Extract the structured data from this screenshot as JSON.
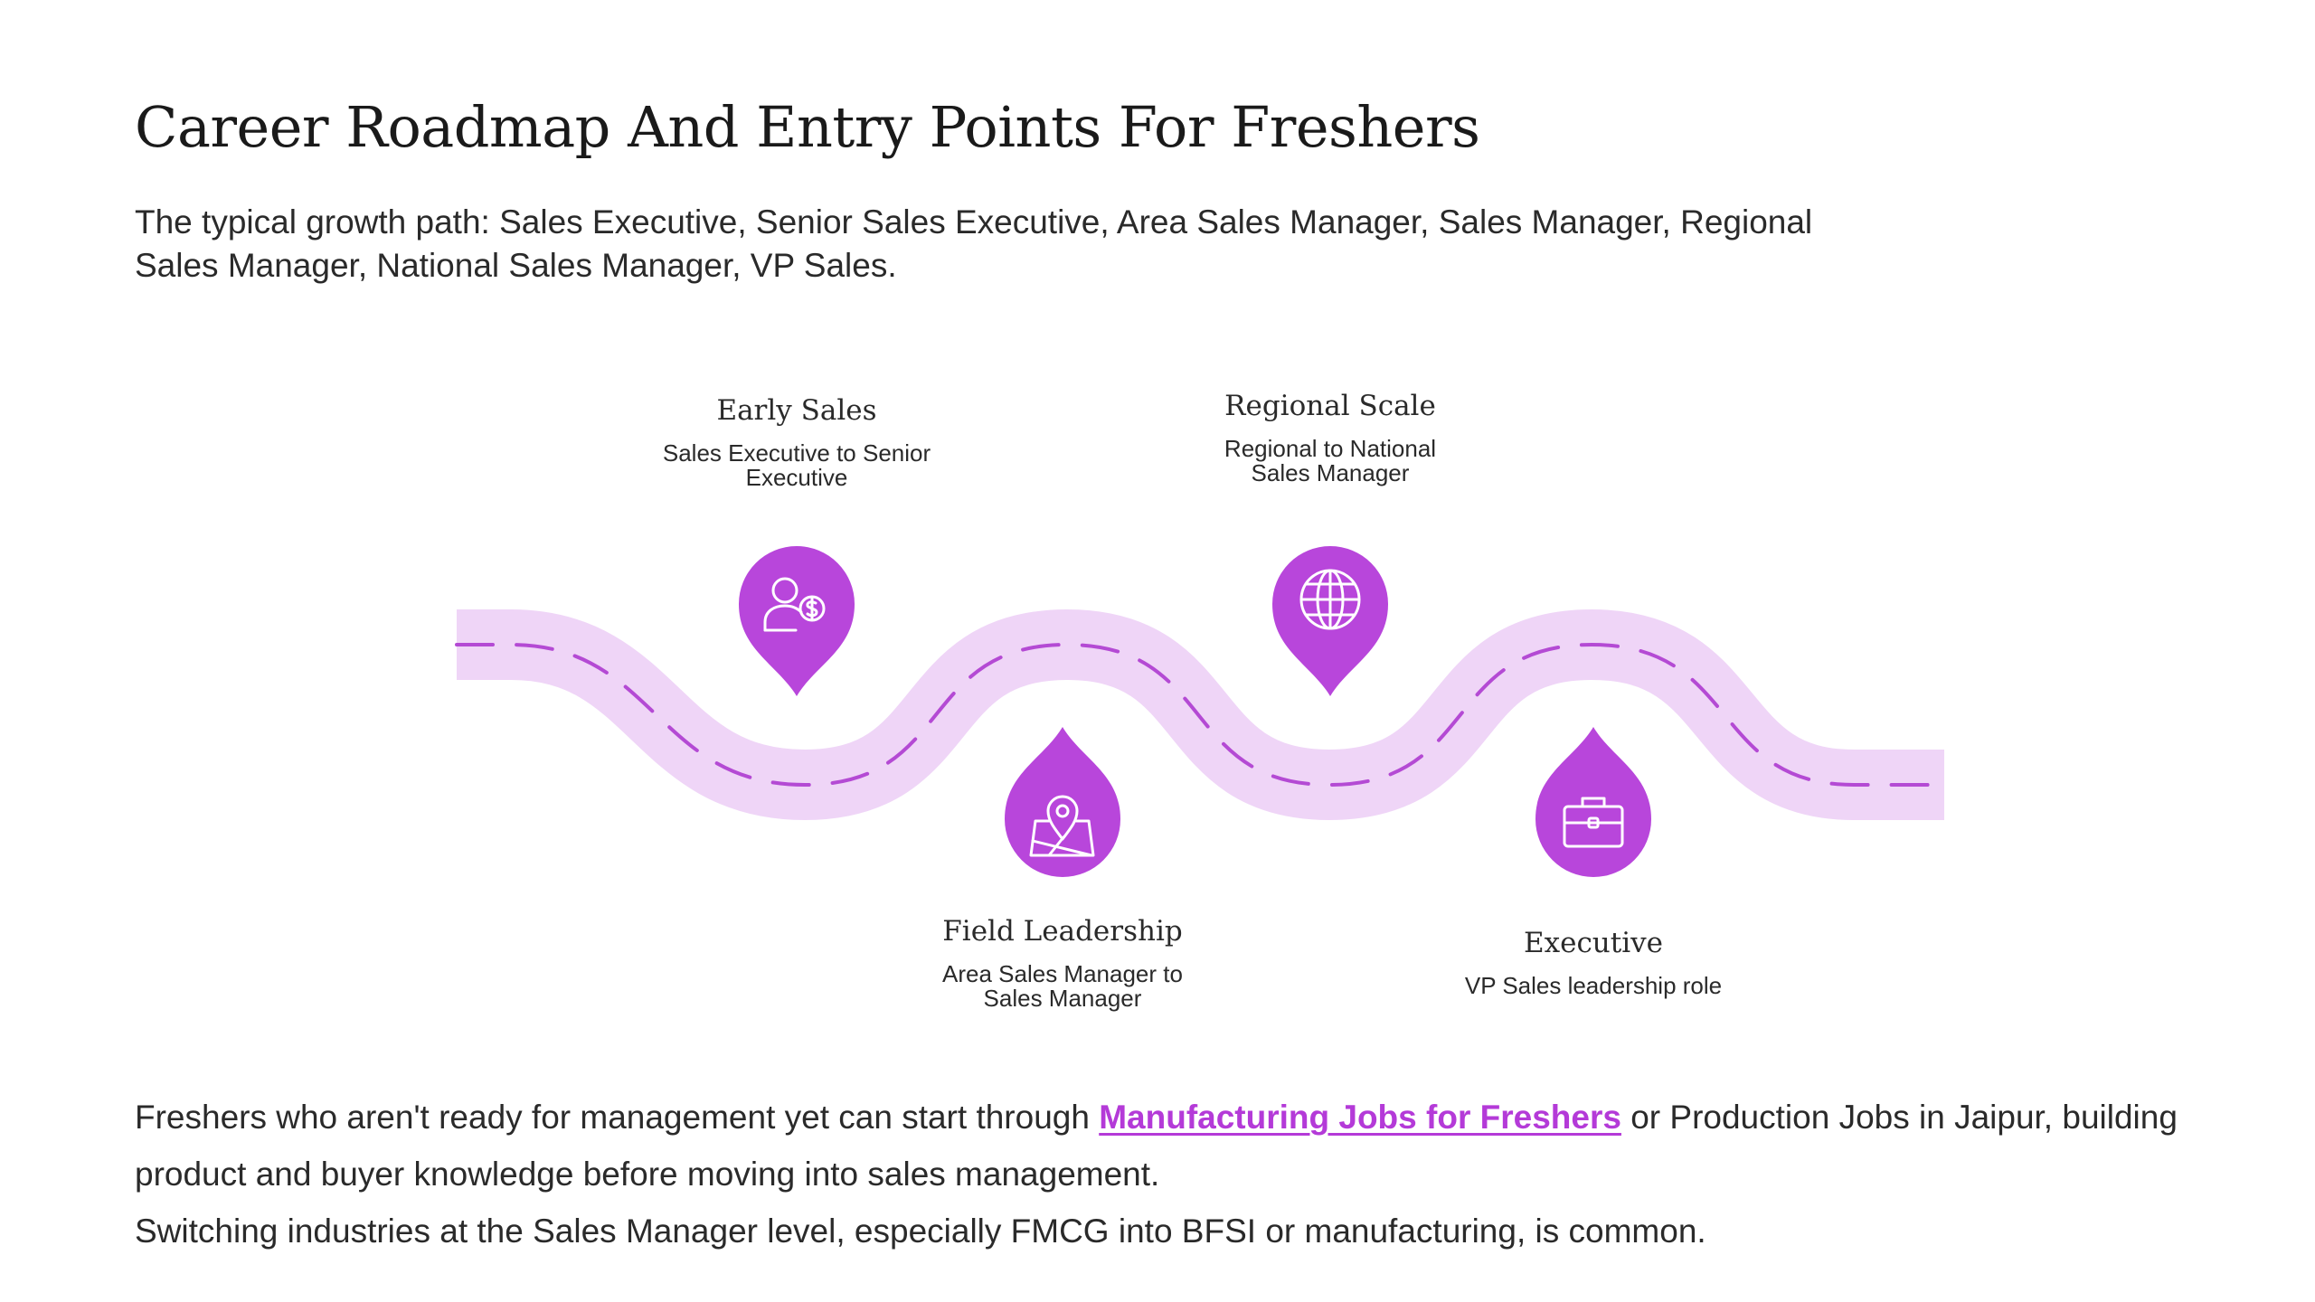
{
  "page": {
    "title": "Career Roadmap And Entry Points For Freshers",
    "intro": "The typical growth path: Sales Executive, Senior Sales Executive, Area Sales Manager, Sales Manager, Regional Sales Manager, National Sales Manager, VP Sales."
  },
  "roadmap": {
    "colors": {
      "road": "#efd5f7",
      "dash": "#b44ad4",
      "pin": "#b846db",
      "icon": "#ffffff"
    },
    "stages": [
      {
        "title": "Early Sales",
        "desc": "Sales Executive to Senior Executive",
        "icon": "person-dollar-icon"
      },
      {
        "title": "Field Leadership",
        "desc": "Area Sales Manager to Sales Manager",
        "icon": "map-pin-icon"
      },
      {
        "title": "Regional Scale",
        "desc": "Regional to National Sales Manager",
        "icon": "globe-icon"
      },
      {
        "title": "Executive",
        "desc": "VP Sales leadership role",
        "icon": "briefcase-icon"
      }
    ]
  },
  "body": {
    "p1_before": "Freshers who aren't ready for management yet can start through ",
    "p1_link": "Manufacturing Jobs for Freshers",
    "p1_after": " or Production Jobs in Jaipur, building product and buyer knowledge before moving into sales management.",
    "p2": "Switching industries at the Sales Manager level, especially FMCG into BFSI or manufacturing, is common."
  }
}
